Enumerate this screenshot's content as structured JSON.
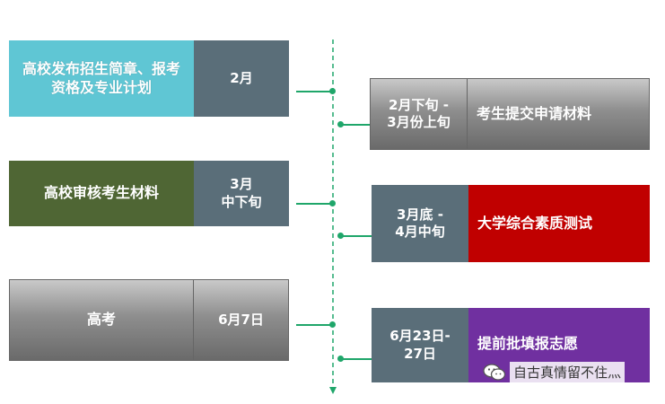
{
  "left_events": [
    {
      "label": "高校发布招生简章、报考资格及专业计划",
      "date": "2月",
      "color": "#5fc6d4"
    },
    {
      "label": "高校审核考生材料",
      "date": "3月中下旬",
      "date_lines": [
        "3月",
        "中下旬"
      ],
      "color": "#4f6634"
    },
    {
      "label": "高考",
      "date": "6月7日",
      "color": "gradient-gray"
    }
  ],
  "right_events": [
    {
      "date_lines": [
        "2月下旬 -",
        "3月份上旬"
      ],
      "label": "考生提交申请材料",
      "color": "gradient-gray"
    },
    {
      "date_lines": [
        "3月底 -",
        "4月中旬"
      ],
      "label": "大学综合素质测试",
      "color": "#c00000"
    },
    {
      "date_lines": [
        "6月23日-",
        "27日"
      ],
      "label": "提前批填报志愿",
      "color": "#7030a0"
    }
  ],
  "watermark": {
    "icon": "wechat-icon",
    "text": "自古真情留不住灬"
  },
  "colors": {
    "timeline": "#1fa66a",
    "date_box": "#5a6e79"
  }
}
